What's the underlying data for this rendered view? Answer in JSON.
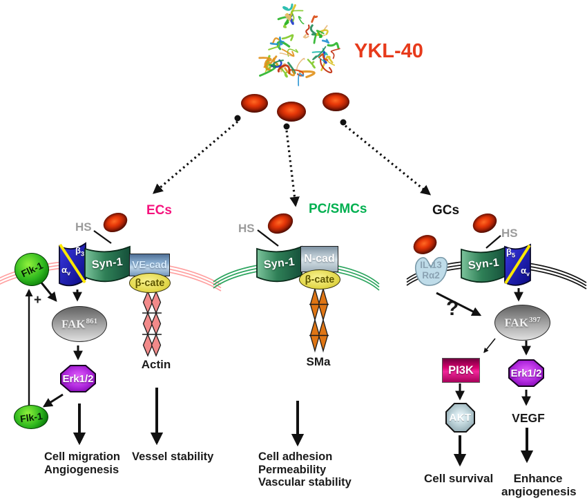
{
  "header": {
    "ykl40_label": "YKL-40"
  },
  "branch_labels": {
    "ecs": "ECs",
    "pc_smcs": "PC/SMCs",
    "gcs": "GCs"
  },
  "ecs_pathway": {
    "hs": "HS",
    "flk1_top": "Flk-1",
    "integrin": {
      "beta": "β",
      "beta_sub": "3",
      "alpha": "α",
      "alpha_sub": "v"
    },
    "syndecan": "Syn-1",
    "ve_cad": "VE-cad",
    "beta_catenin": "β-cate",
    "actin": "Actin",
    "fak": {
      "base": "FAK",
      "sup": "861"
    },
    "erk": "Erk1/2",
    "flk1_bottom": "Flk-1",
    "plus": "+",
    "outcomes": {
      "migration": "Cell migration",
      "angiogenesis": "Angiogenesis",
      "vessel": "Vessel stability"
    }
  },
  "pc_smc_pathway": {
    "hs": "HS",
    "syndecan": "Syn-1",
    "n_cad": "N-cad",
    "beta_catenin": "β-cate",
    "sma": "SMa",
    "outcomes": {
      "adhesion": "Cell adhesion",
      "permeability": "Permeability",
      "vascular": "Vascular stability"
    }
  },
  "gc_pathway": {
    "hs": "HS",
    "il13r": {
      "line1": "IL-13",
      "line2": "Rα2"
    },
    "syndecan": "Syn-1",
    "integrin": {
      "beta": "β",
      "beta_sub": "5",
      "alpha": "α",
      "alpha_sub": "v"
    },
    "question_mark": "?",
    "fak": {
      "base": "FAK",
      "sup": "397"
    },
    "pi3k": "PI3K",
    "akt": "AKT",
    "erk": "Erk1/2",
    "vegf": "VEGF",
    "outcomes": {
      "survival": "Cell survival",
      "enhance_line1": "Enhance",
      "enhance_line2": "angiogenesis"
    }
  },
  "colors": {
    "ykl40_label": "#e73a1b",
    "ecs_label": "#f5127d",
    "pc_smcs_label": "#00b050",
    "gcs_label": "#111111",
    "hs_label": "#9b9b9b",
    "ykl40_molecule": "#d32f08",
    "membrane_ecs": "#ffa0a0",
    "membrane_pc": "#2ca45e",
    "membrane_gc": "#151515",
    "actin_fill": "#f28a8a",
    "sma_fill": "#df7514"
  }
}
